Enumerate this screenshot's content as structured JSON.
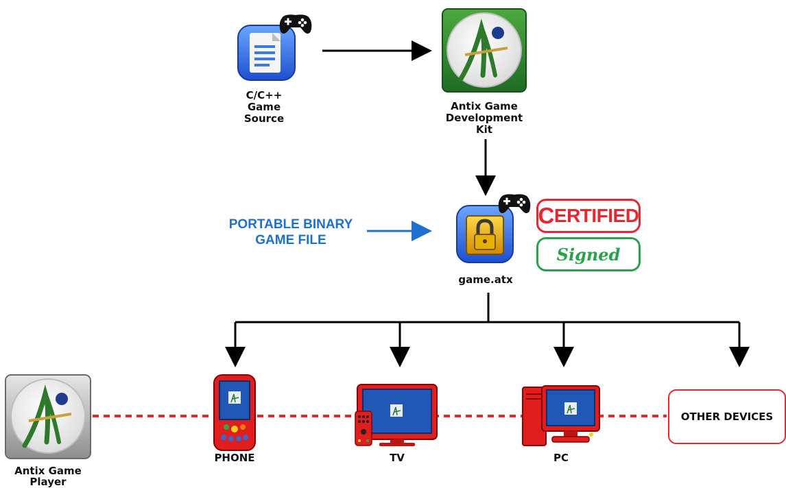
{
  "nodes": {
    "source_label": "C/C++\nGame\nSource",
    "sdk_label": "Antix Game\nDevelopment\nKit",
    "atx_label": "game.atx",
    "portable_label": "PORTABLE BINARY\nGAME FILE",
    "certified_first": "C",
    "certified_rest": "ERTIFIED",
    "signed_label": "Signed",
    "player_label": "Antix Game\nPlayer",
    "phone_label": "PHONE",
    "tv_label": "TV",
    "pc_label": "PC",
    "other_label": "OTHER DEVICES"
  },
  "colors": {
    "red": "#e8262d",
    "green": "#2aa24a",
    "blue_text": "#1d6fd0",
    "device_red": "#e01e1e",
    "screen_blue": "#2158b8"
  },
  "icons": {
    "source": "document-icon",
    "sdk": "antix-logo-icon",
    "atx": "lock-icon",
    "gamepad": "gamepad-icon"
  }
}
